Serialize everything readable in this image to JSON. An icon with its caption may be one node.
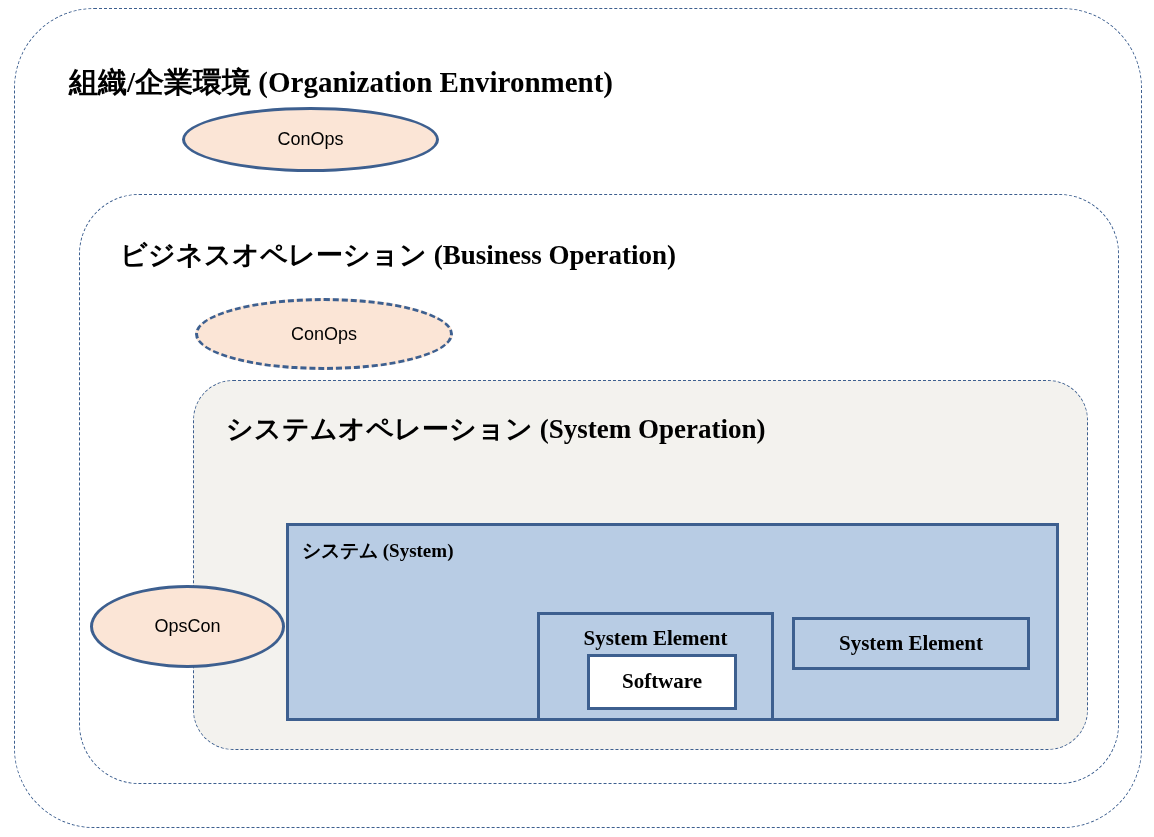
{
  "diagram": {
    "nodes": [
      {
        "text": [
          "組織/企業環境 (Organization Environment)"
        ]
      },
      {
        "text": [
          "ConOps"
        ],
        "in": 0
      },
      {
        "text": [
          "ビジネスオペレーション (Business Operation)"
        ],
        "in": 0
      },
      {
        "text": [
          "ConOps"
        ],
        "in": 2
      },
      {
        "text": [
          "システムオペレーション (System Operation)"
        ],
        "in": 2
      },
      {
        "text": [
          "OpsCon"
        ],
        "in": 2
      },
      {
        "text": [
          "システム (System)"
        ],
        "in": 4
      },
      {
        "text": [
          "System Element"
        ],
        "in": 6
      },
      {
        "text": [
          "Software"
        ],
        "in": 7
      },
      {
        "text": [
          "System Element"
        ],
        "in": 6
      }
    ]
  }
}
